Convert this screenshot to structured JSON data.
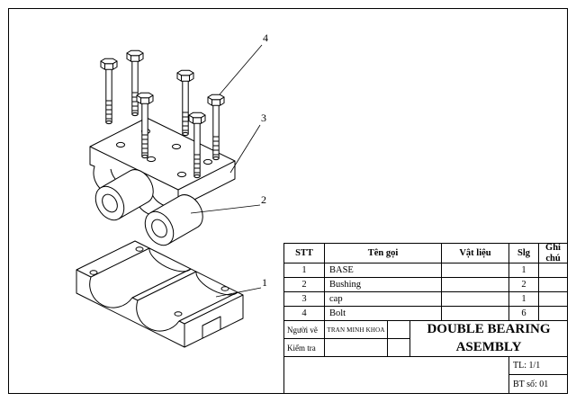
{
  "colors": {
    "line": "#000000",
    "background": "#ffffff"
  },
  "callouts": {
    "c4": "4",
    "c3": "3",
    "c2": "2",
    "c1": "1"
  },
  "table": {
    "headers": {
      "stt": "STT",
      "name": "Tên gọi",
      "material": "Vật liệu",
      "qty": "Slg",
      "note": "Ghi chú"
    },
    "rows": [
      {
        "stt": "1",
        "name": "BASE",
        "material": "",
        "qty": "1",
        "note": ""
      },
      {
        "stt": "2",
        "name": "Bushing",
        "material": "",
        "qty": "2",
        "note": ""
      },
      {
        "stt": "3",
        "name": "cap",
        "material": "",
        "qty": "1",
        "note": ""
      },
      {
        "stt": "4",
        "name": "Bolt",
        "material": "",
        "qty": "6",
        "note": ""
      }
    ]
  },
  "title_block": {
    "drawer_label": "Người vẽ",
    "drawer_name": "TRAN MINH KHOA",
    "checker_label": "Kiểm tra",
    "title": "DOUBLE BEARING ASEMBLY",
    "scale": "TL: 1/1",
    "sheet_no": "BT số: 01"
  }
}
